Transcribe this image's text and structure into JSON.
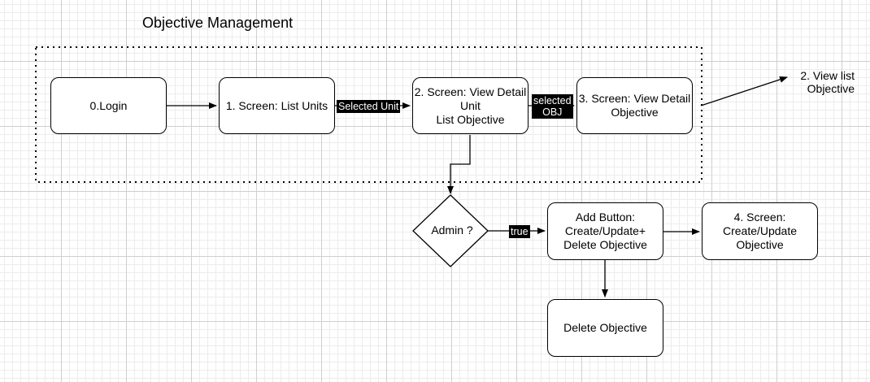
{
  "title": "Objective Management",
  "nodes": {
    "login": "0.Login",
    "list_units": "1. Screen: List Units",
    "view_detail_unit": "2. Screen: View Detail\nUnit\nList Objective",
    "view_detail_objective": "3. Screen: View Detail\nObjective",
    "admin_decision": "Admin ?",
    "add_button": "Add Button:\nCreate/Update+\nDelete Objective",
    "create_update_screen": "4. Screen:\nCreate/Update\nObjective",
    "delete_objective": "Delete Objective",
    "view_list_objective": "2. View list\nObjective"
  },
  "edge_labels": {
    "selected_unit": "Selected Unit",
    "selected_obj": "selected\nOBJ",
    "true": "true"
  },
  "colors": {
    "stroke": "#000000",
    "label_background": "#000000",
    "label_text": "#ffffff",
    "grid": "#cfcfcf"
  }
}
